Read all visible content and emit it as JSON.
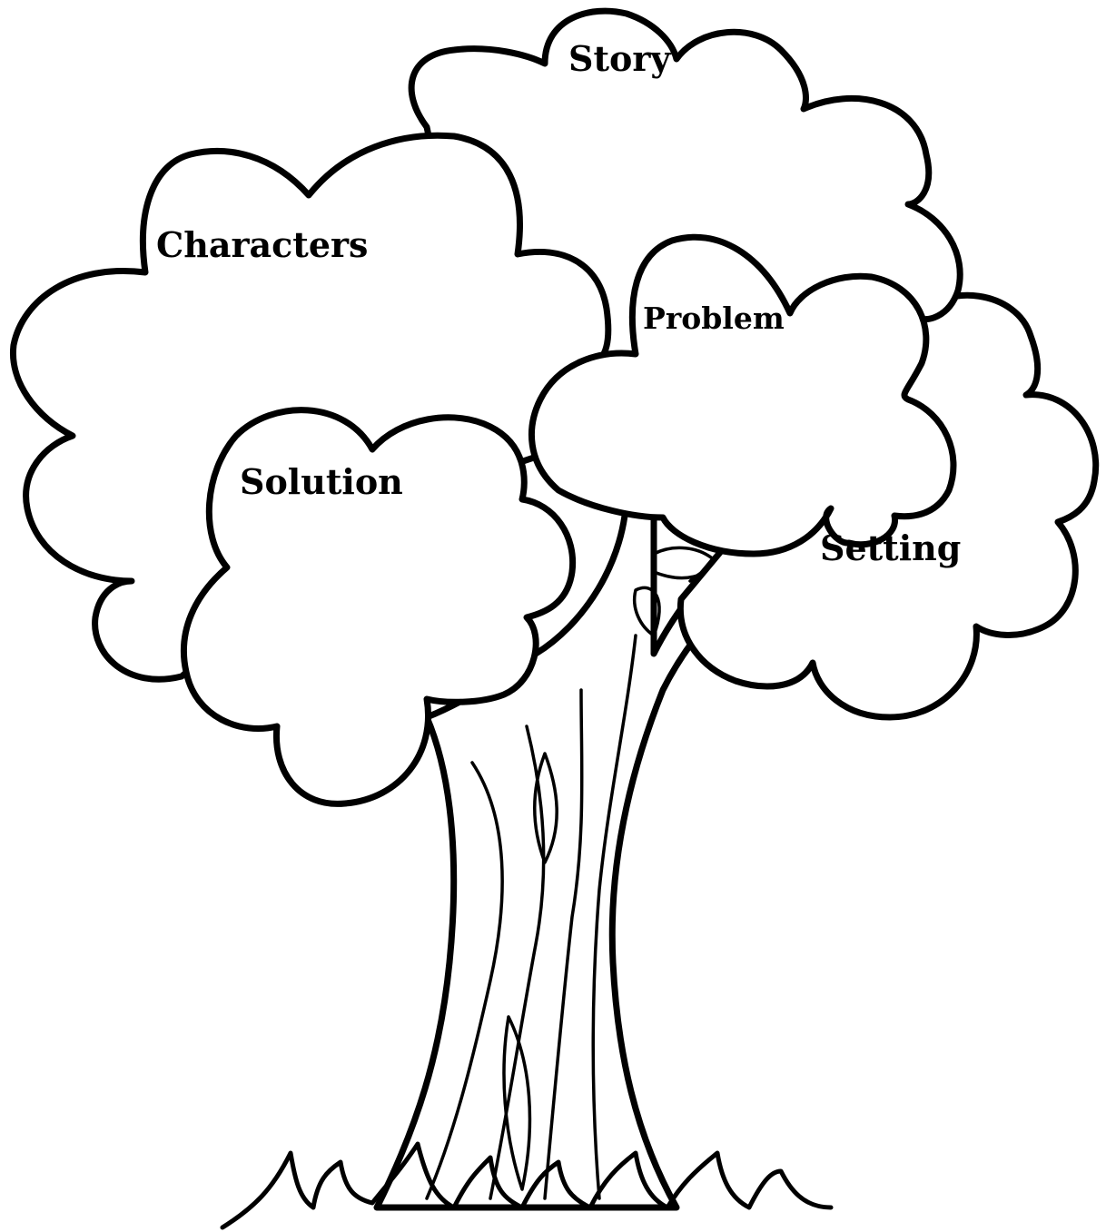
{
  "diagram": {
    "labels": {
      "story": "Story",
      "characters": "Characters",
      "problem": "Problem",
      "solution": "Solution",
      "setting": "Setting"
    }
  },
  "colors": {
    "line": "#000000",
    "background": "#ffffff"
  }
}
